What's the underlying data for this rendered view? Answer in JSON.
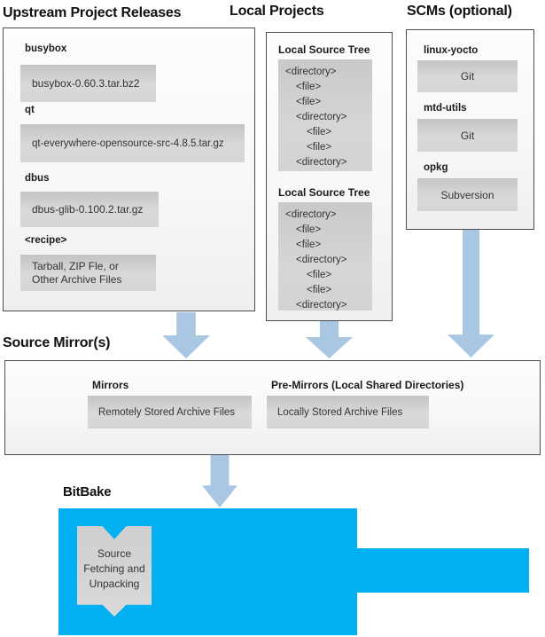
{
  "colors": {
    "accent_blue": "#00b0f0",
    "arrow_blue": "#a9c6e3",
    "box_gray": "#d9d9d9"
  },
  "upstream": {
    "title": "Upstream Project Releases",
    "items": [
      {
        "label": "busybox",
        "value": "busybox-0.60.3.tar.bz2"
      },
      {
        "label": "qt",
        "value": "qt-everywhere-opensource-src-4.8.5.tar.gz"
      },
      {
        "label": "dbus",
        "value": "dbus-glib-0.100.2.tar.gz"
      },
      {
        "label": "<recipe>",
        "value": "Tarball, ZIP Fle, or\nOther Archive Files"
      }
    ]
  },
  "local_projects": {
    "title": "Local Projects",
    "trees": [
      {
        "label": "Local Source Tree",
        "lines": [
          {
            "t": "<directory>",
            "i": 0
          },
          {
            "t": "<file>",
            "i": 1
          },
          {
            "t": "<file>",
            "i": 1
          },
          {
            "t": "<directory>",
            "i": 1
          },
          {
            "t": "<file>",
            "i": 2
          },
          {
            "t": "<file>",
            "i": 2
          },
          {
            "t": "<directory>",
            "i": 1
          }
        ]
      },
      {
        "label": "Local Source Tree",
        "lines": [
          {
            "t": "<directory>",
            "i": 0
          },
          {
            "t": "<file>",
            "i": 1
          },
          {
            "t": "<file>",
            "i": 1
          },
          {
            "t": "<directory>",
            "i": 1
          },
          {
            "t": "<file>",
            "i": 2
          },
          {
            "t": "<file>",
            "i": 2
          },
          {
            "t": "<directory>",
            "i": 1
          }
        ]
      }
    ]
  },
  "scms": {
    "title": "SCMs (optional)",
    "items": [
      {
        "label": "linux-yocto",
        "value": "Git"
      },
      {
        "label": "mtd-utils",
        "value": "Git"
      },
      {
        "label": "opkg",
        "value": "Subversion"
      }
    ]
  },
  "source_mirrors": {
    "title": "Source Mirror(s)",
    "mirrors_label": "Mirrors",
    "mirrors_value": "Remotely Stored Archive Files",
    "premirrors_label": "Pre-Mirrors (Local Shared Directories)",
    "premirrors_value": "Locally Stored Archive Files"
  },
  "bitbake": {
    "title": "BitBake",
    "ribbon": "Source\nFetching and\nUnpacking"
  }
}
